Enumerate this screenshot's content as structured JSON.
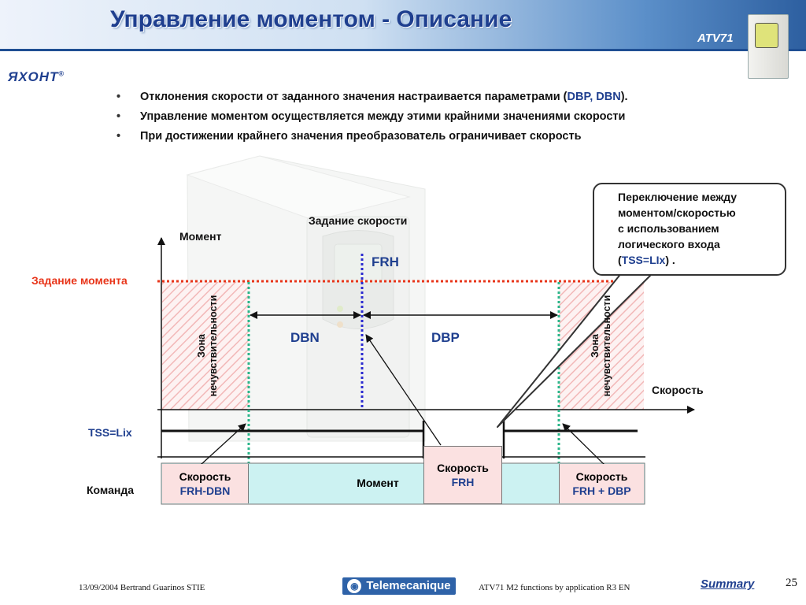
{
  "header": {
    "title": "Управление моментом - Описание",
    "product_label": "ATV71",
    "logo_text": "ЯХОНТ",
    "logo_mark": "®"
  },
  "bullets": [
    {
      "pre": "Отклонения скорости от заданного значения настраивается параметрами (",
      "hl": "DBP, DBN",
      "post": ")."
    },
    {
      "pre": "Управление моментом осуществляется между этими крайними значениями скорости",
      "hl": "",
      "post": ""
    },
    {
      "pre": "При достижении крайнего значения преобразователь ограничивает скорость",
      "hl": "",
      "post": ""
    }
  ],
  "diagram": {
    "y_axis_label": "Момент",
    "x_axis_label": "Скорость",
    "torque_ref_label": "Задание момента",
    "speed_ref_label": "Задание скорости",
    "frh_label": "FRH",
    "dbn_label": "DBN",
    "dbp_label": "DBP",
    "deadzone_left": [
      "Зона",
      "нечувствительности"
    ],
    "deadzone_right": [
      "Зона",
      "нечувствительности"
    ],
    "tss_label": "TSS=Lix",
    "command_label": "Команда",
    "cmd_left": [
      "Скорость",
      "FRH-DBN"
    ],
    "cmd_mid": "Момент",
    "cmd_center": [
      "Скорость",
      "FRH"
    ],
    "cmd_right": [
      "Скорость",
      "FRH + DBP"
    ],
    "callout_lines": [
      "Переключение между",
      "моментом/скоростью",
      "с использованием",
      "логического входа"
    ],
    "callout_last_pre": "(",
    "callout_last_hl": "TSS=LIx",
    "callout_last_post": ") ."
  },
  "colors": {
    "title": "#1f3f8f",
    "accent_blue": "#1f3f8f",
    "torque_ref": "#e8351a",
    "dashed_green": "#2bb58a",
    "frh_line": "#2a2ad0",
    "cmd_light": "#ccf2f2",
    "cmd_pink": "#fbe1e1"
  },
  "footer": {
    "date_author": "13/09/2004   Bertrand Guarinos STIE",
    "brand": "Telemecanique",
    "ref": "ATV71 M2 functions by application R3 EN",
    "summary": "Summary",
    "page": "25"
  }
}
